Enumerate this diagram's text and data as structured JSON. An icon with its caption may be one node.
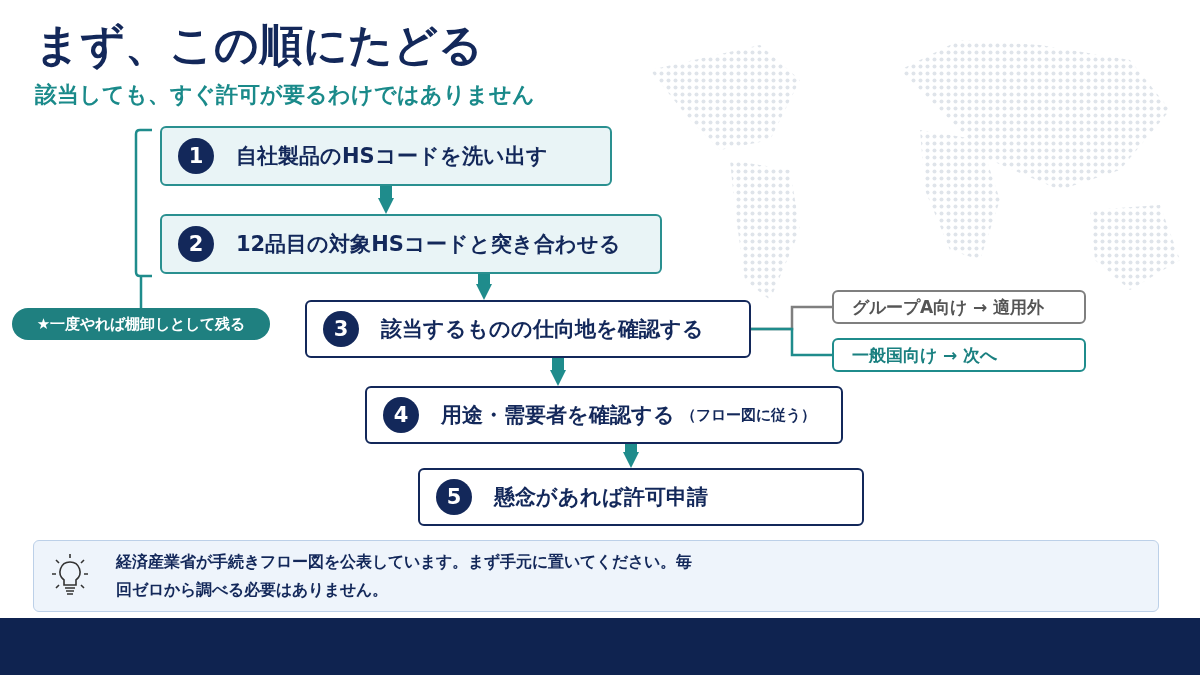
{
  "diagram": {
    "title": "まず、この順にたどる",
    "caption": "該当しても、すぐ許可が要るわけではありません",
    "nodes": [
      {
        "text": [
          "1",
          "自社製品のHSコードを洗い出す"
        ]
      },
      {
        "text": [
          "2",
          "12品目の対象HSコードと突き合わせる"
        ]
      },
      {
        "text": [
          "3",
          "該当するものの仕向地を確認する"
        ]
      },
      {
        "text": [
          "グループA向け → 適用外"
        ]
      },
      {
        "text": [
          "一般国向け → 次へ"
        ]
      },
      {
        "text": [
          "4",
          "用途・需要者を確認する",
          "（フロー図に従う）"
        ]
      },
      {
        "text": [
          "5",
          "懸念があれば許可申請"
        ]
      },
      {
        "text": [
          "★一度やれば棚卸しとして残る"
        ]
      },
      {
        "text": [
          "経済産業省が手続きフロー図を公表しています。まず手元に置いてください。毎回ゼロから調べる必要はありません。"
        ]
      }
    ],
    "edges": [
      {
        "from": 0,
        "to": 1,
        "arrow": "to"
      },
      {
        "from": 1,
        "to": 2,
        "arrow": "to"
      },
      {
        "from": 2,
        "to": 3,
        "arrow": "none",
        "color": "#7f7f7f"
      },
      {
        "from": 2,
        "to": 4,
        "arrow": "none"
      },
      {
        "from": 2,
        "to": 5,
        "arrow": "to"
      },
      {
        "from": 5,
        "to": 6,
        "arrow": "to"
      }
    ]
  }
}
